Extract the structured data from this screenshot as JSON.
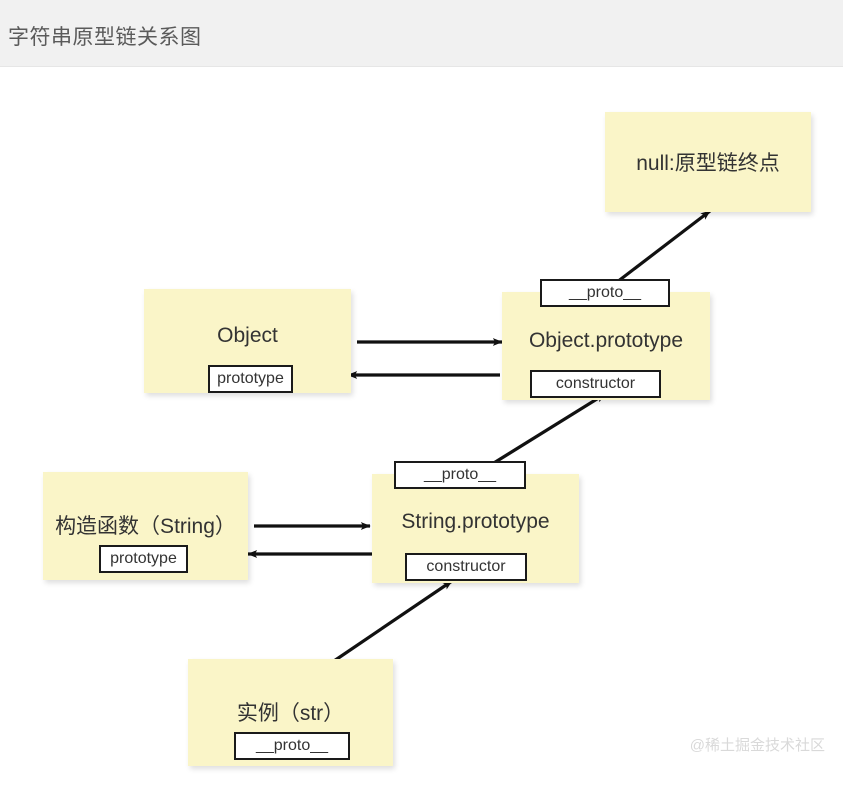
{
  "header": {
    "title": "字符串原型链关系图",
    "background": "#f1f1f1",
    "text_color": "#5a5a5a"
  },
  "theme": {
    "node_fill": "#faf5c8",
    "field_fill": "#ffffff",
    "stroke": "#1a1a1a",
    "canvas": "#ffffff"
  },
  "nodes": {
    "null_terminator": {
      "title": "null:原型链终点",
      "fields": []
    },
    "object_ctor": {
      "title": "Object",
      "fields": [
        {
          "label": "prototype"
        }
      ]
    },
    "object_prototype": {
      "title": "Object.prototype",
      "fields": [
        {
          "label": "__proto__"
        },
        {
          "label": "constructor"
        }
      ]
    },
    "string_ctor": {
      "title": "构造函数（String）",
      "fields": [
        {
          "label": "prototype"
        }
      ]
    },
    "string_prototype": {
      "title": "String.prototype",
      "fields": [
        {
          "label": "__proto__"
        },
        {
          "label": "constructor"
        }
      ]
    },
    "instance": {
      "title": "实例（str）",
      "fields": [
        {
          "label": "__proto__"
        }
      ]
    }
  },
  "edges": [
    {
      "name": "object-to-object-prototype",
      "from": "object_ctor",
      "to": "object_prototype",
      "direction": "right"
    },
    {
      "name": "object-prototype-to-object",
      "from": "object_prototype",
      "to": "object_ctor",
      "direction": "left"
    },
    {
      "name": "object-prototype-to-null",
      "from": "object_prototype",
      "to": "null_terminator",
      "direction": "up-right"
    },
    {
      "name": "string-prototype-to-object-prototype",
      "from": "string_prototype",
      "to": "object_prototype",
      "direction": "up-right"
    },
    {
      "name": "string-to-string-prototype",
      "from": "string_ctor",
      "to": "string_prototype",
      "direction": "right"
    },
    {
      "name": "string-prototype-to-string",
      "from": "string_prototype",
      "to": "string_ctor",
      "direction": "left"
    },
    {
      "name": "instance-to-string-prototype",
      "from": "instance",
      "to": "string_prototype",
      "direction": "up-right"
    }
  ],
  "watermark": {
    "text": "@稀土掘金技术社区"
  }
}
